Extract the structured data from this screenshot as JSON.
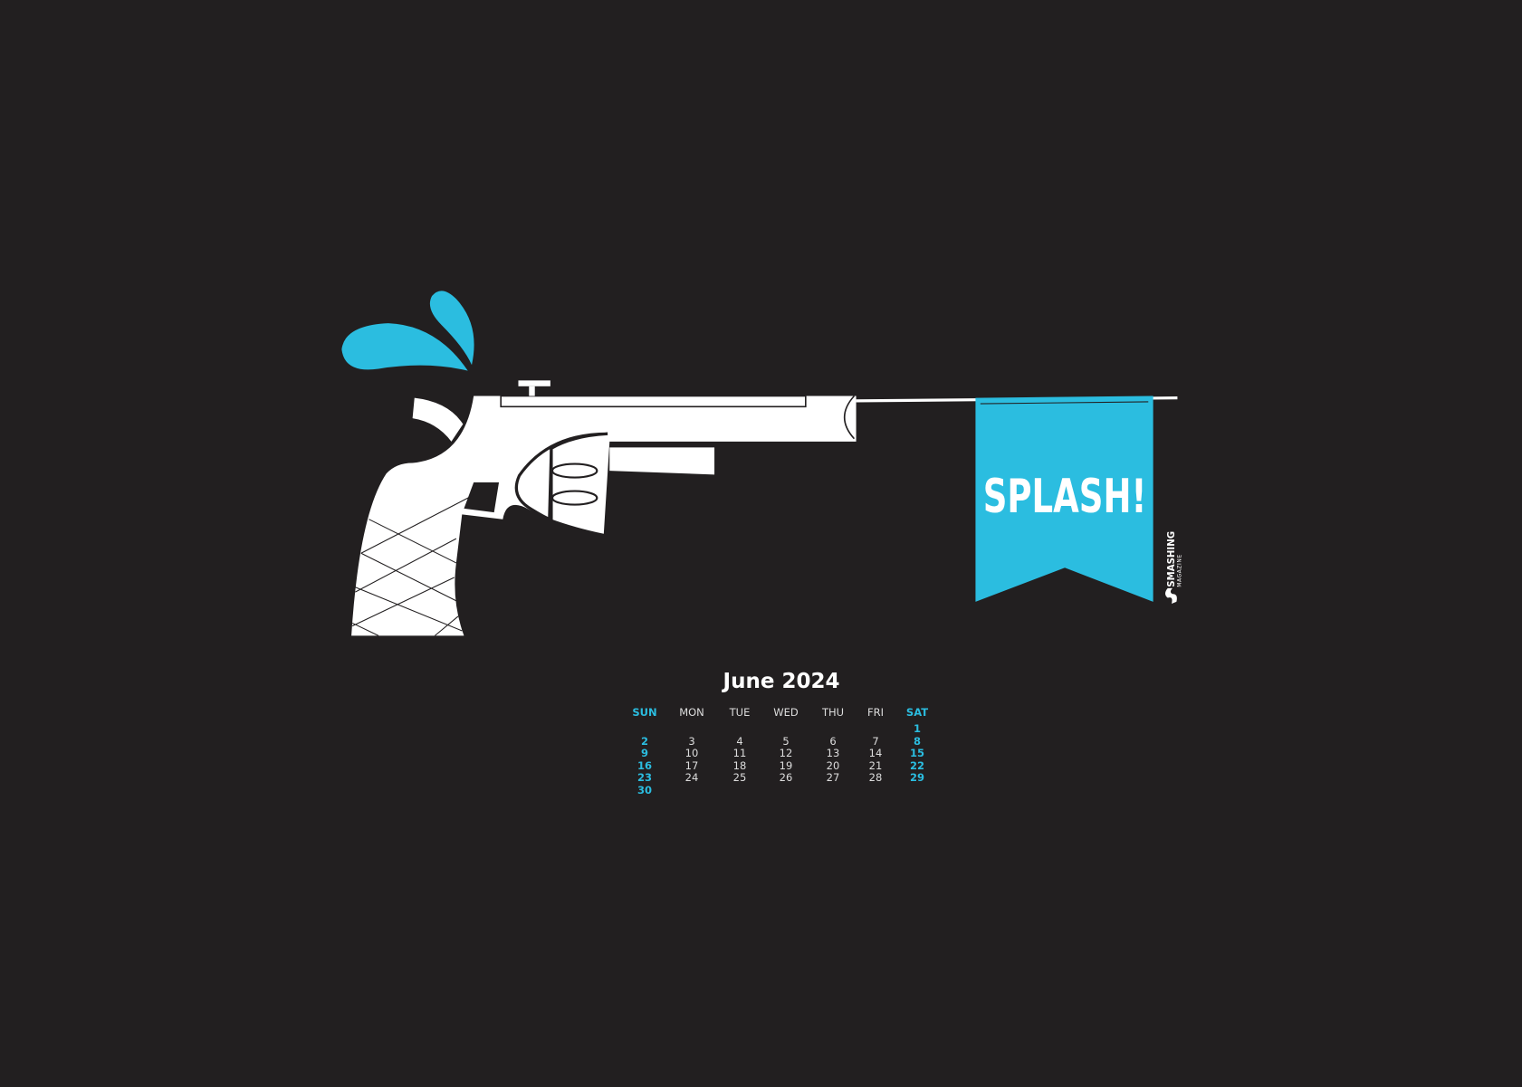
{
  "banner": {
    "text": "SPLASH!"
  },
  "logo": {
    "line1": "SMASHING",
    "line2": "MAGAZINE"
  },
  "colors": {
    "background": "#221f20",
    "accent": "#2bbde0",
    "ink": "#ffffff"
  },
  "calendar": {
    "title": "June 2024",
    "days": [
      {
        "name": "SUN",
        "dates": [
          "",
          "2",
          "9",
          "16",
          "23",
          "30"
        ]
      },
      {
        "name": "MON",
        "dates": [
          "",
          "3",
          "10",
          "17",
          "24"
        ]
      },
      {
        "name": "TUE",
        "dates": [
          "",
          "4",
          "11",
          "18",
          "25"
        ]
      },
      {
        "name": "WED",
        "dates": [
          "",
          "5",
          "12",
          "19",
          "26"
        ]
      },
      {
        "name": "THU",
        "dates": [
          "",
          "6",
          "13",
          "20",
          "27"
        ]
      },
      {
        "name": "FRI",
        "dates": [
          "",
          "7",
          "14",
          "21",
          "28"
        ]
      },
      {
        "name": "SAT",
        "dates": [
          "1",
          "8",
          "15",
          "22",
          "29"
        ]
      }
    ]
  }
}
